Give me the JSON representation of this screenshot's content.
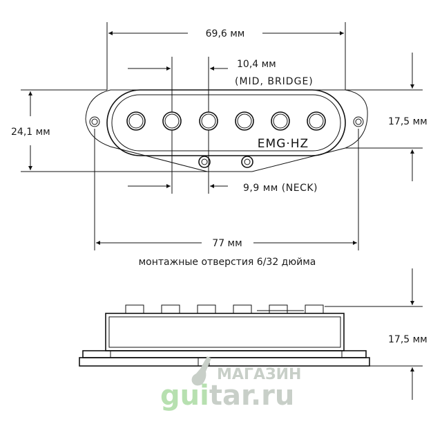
{
  "dimensions": {
    "top_width": "69,6 мм",
    "pole_spacing": "10,4 мм",
    "pole_spacing_note": "(MID, BRIDGE)",
    "height_left": "24,1 мм",
    "height_right": "17,5 мм",
    "neck_spacing": "9,9 мм (NECK)",
    "mount_width": "77 мм",
    "mount_note": "монтажные отверстия 6/32 дюйма",
    "side_height": "17,5 мм"
  },
  "logo": {
    "text": "EMG·HZ"
  },
  "watermark": {
    "line1": "МАГАЗИН",
    "line2_a": "gui",
    "line2_b": "tar.ru"
  }
}
